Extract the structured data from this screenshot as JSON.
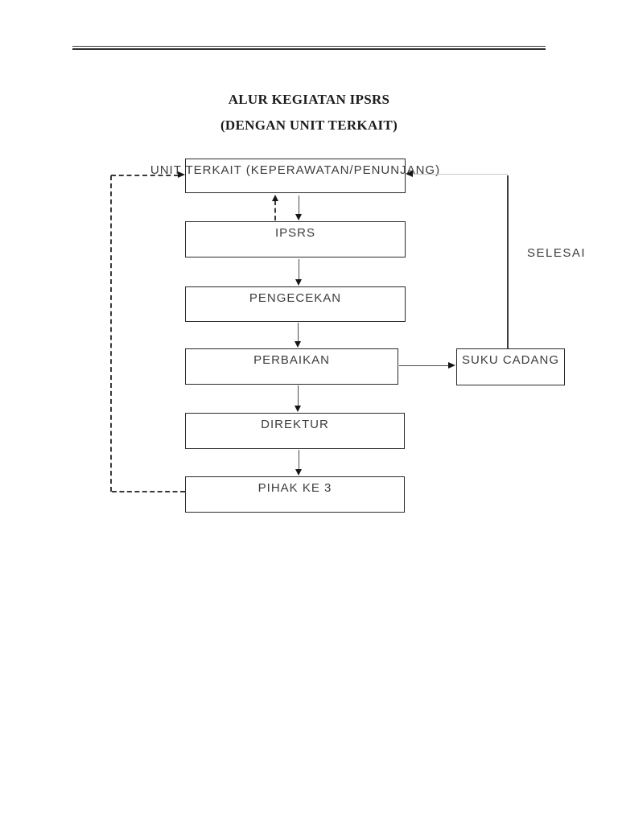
{
  "page": {
    "title_line1": "ALUR KEGIATAN IPSRS",
    "title_line2": "(DENGAN UNIT TERKAIT)"
  },
  "diagram": {
    "nodes": [
      {
        "id": "unit-terkait",
        "label": "UNIT TERKAIT (KEPERAWATAN/PENUNJANG)"
      },
      {
        "id": "ipsrs",
        "label": "IPSRS"
      },
      {
        "id": "pengecekan",
        "label": "PENGECEKAN"
      },
      {
        "id": "perbaikan",
        "label": "PERBAIKAN"
      },
      {
        "id": "direktur",
        "label": "DIREKTUR"
      },
      {
        "id": "pihak-ke-3",
        "label": "PIHAK KE 3"
      },
      {
        "id": "suku-cadang",
        "label": "SUKU CADANG"
      }
    ],
    "labels": {
      "selesai": "SELESAI"
    },
    "edges": [
      {
        "from": "unit-terkait",
        "to": "ipsrs",
        "style": "solid-down"
      },
      {
        "from": "ipsrs",
        "to": "unit-terkait",
        "style": "dashed-up"
      },
      {
        "from": "ipsrs",
        "to": "pengecekan",
        "style": "solid-down"
      },
      {
        "from": "pengecekan",
        "to": "perbaikan",
        "style": "solid-down"
      },
      {
        "from": "perbaikan",
        "to": "direktur",
        "style": "solid-down"
      },
      {
        "from": "direktur",
        "to": "pihak-ke-3",
        "style": "solid-down"
      },
      {
        "from": "perbaikan",
        "to": "suku-cadang",
        "style": "solid-right"
      },
      {
        "from": "suku-cadang",
        "to": "unit-terkait",
        "style": "solid-up-then-left",
        "label": "SELESAI"
      },
      {
        "from": "pihak-ke-3",
        "to": "unit-terkait",
        "style": "dashed-left-then-up"
      }
    ],
    "colors": {
      "box_border": "#2a2a2a",
      "text": "#3d3d3d",
      "solid_line": "#4a4a4a",
      "light_line": "#c6caca",
      "dashed_line": "#3a3a3a",
      "arrowhead": "#161616"
    }
  }
}
